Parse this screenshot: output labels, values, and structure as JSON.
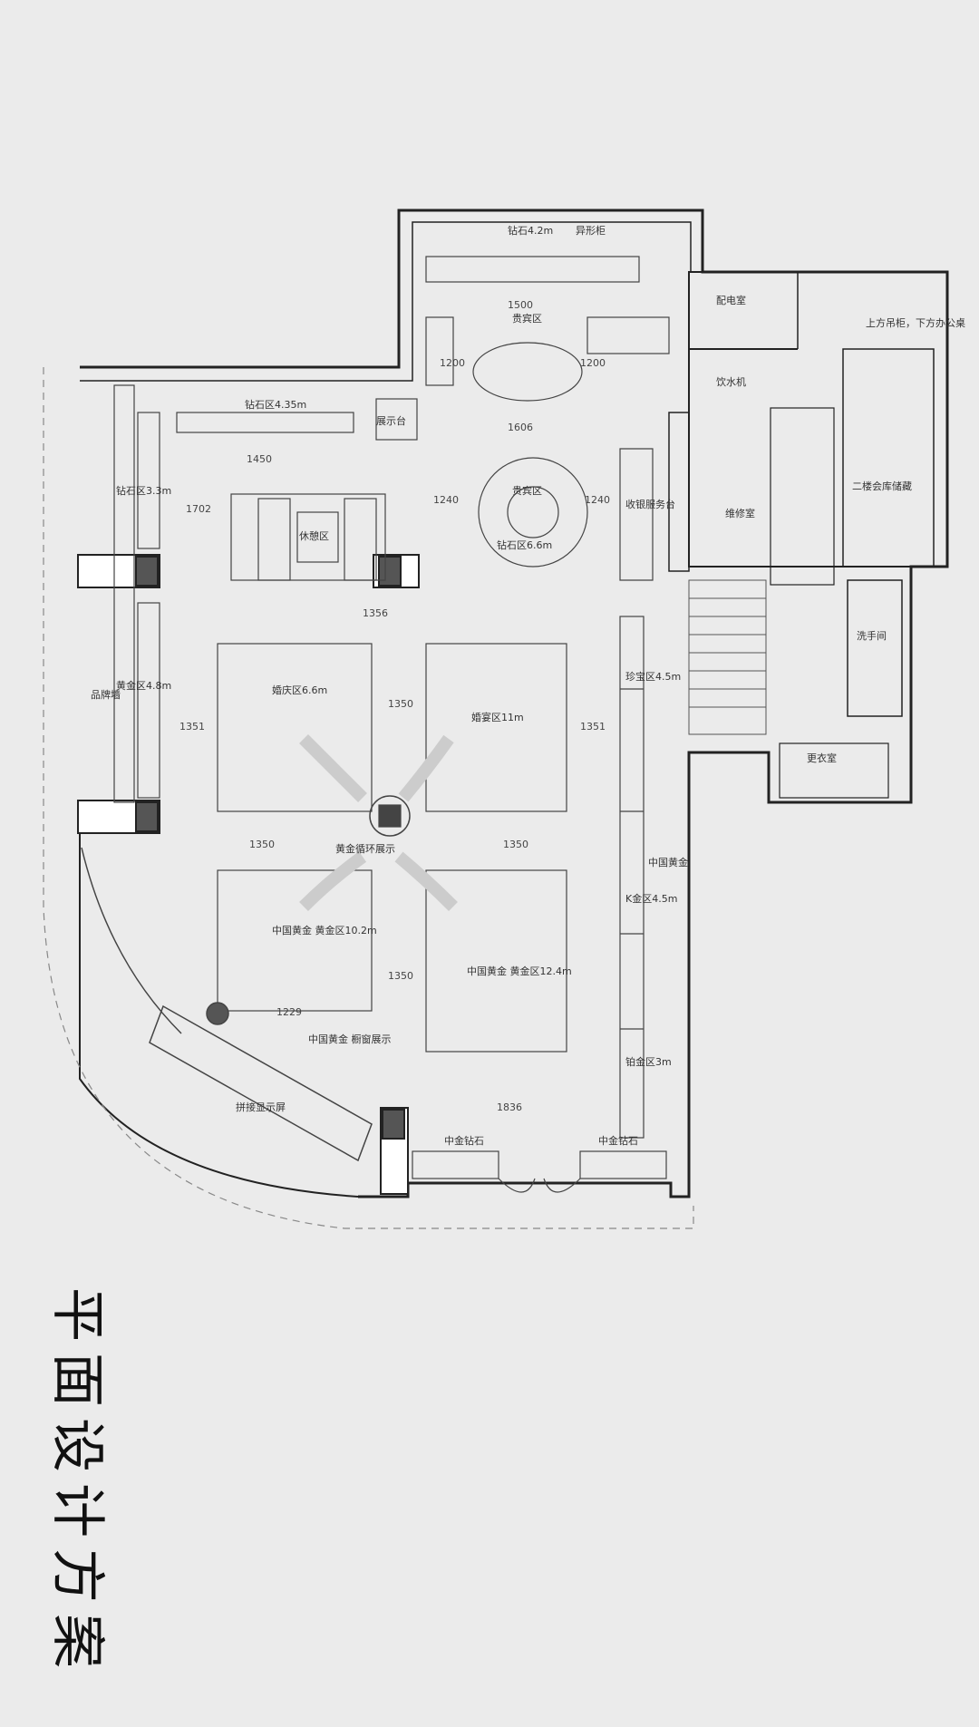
{
  "title": "平面设计方案",
  "dimensions": [
    "1200",
    "1200",
    "1500",
    "1606",
    "1450",
    "1702",
    "1240",
    "1240",
    "1356",
    "1350",
    "1351",
    "1351",
    "1350",
    "1350",
    "1350",
    "1229",
    "1836"
  ],
  "rooms": {
    "stock_room": "配电室",
    "office": "上方吊柜，下方办公桌",
    "storage": "二楼会库储藏",
    "repair": "维修室",
    "wash": "洗手间",
    "dressing": "更衣室",
    "counter_right": "收银服务台",
    "water": "饮水机",
    "leisure": "休憩区",
    "showcase": "展示台"
  },
  "zones": {
    "diamond_top": "钻石4.2m",
    "shop_shape": "异形柜",
    "vip1": "贵宾区",
    "vip2": "贵宾区",
    "wedding": "婚庆区6.6m",
    "wedding2": "婚宴区11m",
    "gold1": "中国黄金 黄金区10.2m",
    "gold2": "中国黄金 黄金区12.4m",
    "gold3": "黄金区4.8m",
    "pearl": "珍宝区4.5m",
    "kgold": "K金区4.5m",
    "platinum": "铂金区3m",
    "diamond_left": "钻石区3.3m",
    "diamond_mid": "钻石区4.35m",
    "diamond_round": "钻石区6.6m",
    "china_gold_logo": "中国黄金",
    "center_show": "黄金循环展示",
    "brand_wall": "品牌墙",
    "window": "中国黄金 橱窗展示",
    "splice": "拼接显示屏",
    "right_cab": "中金钻石",
    "left_cab": "中金钻石"
  }
}
